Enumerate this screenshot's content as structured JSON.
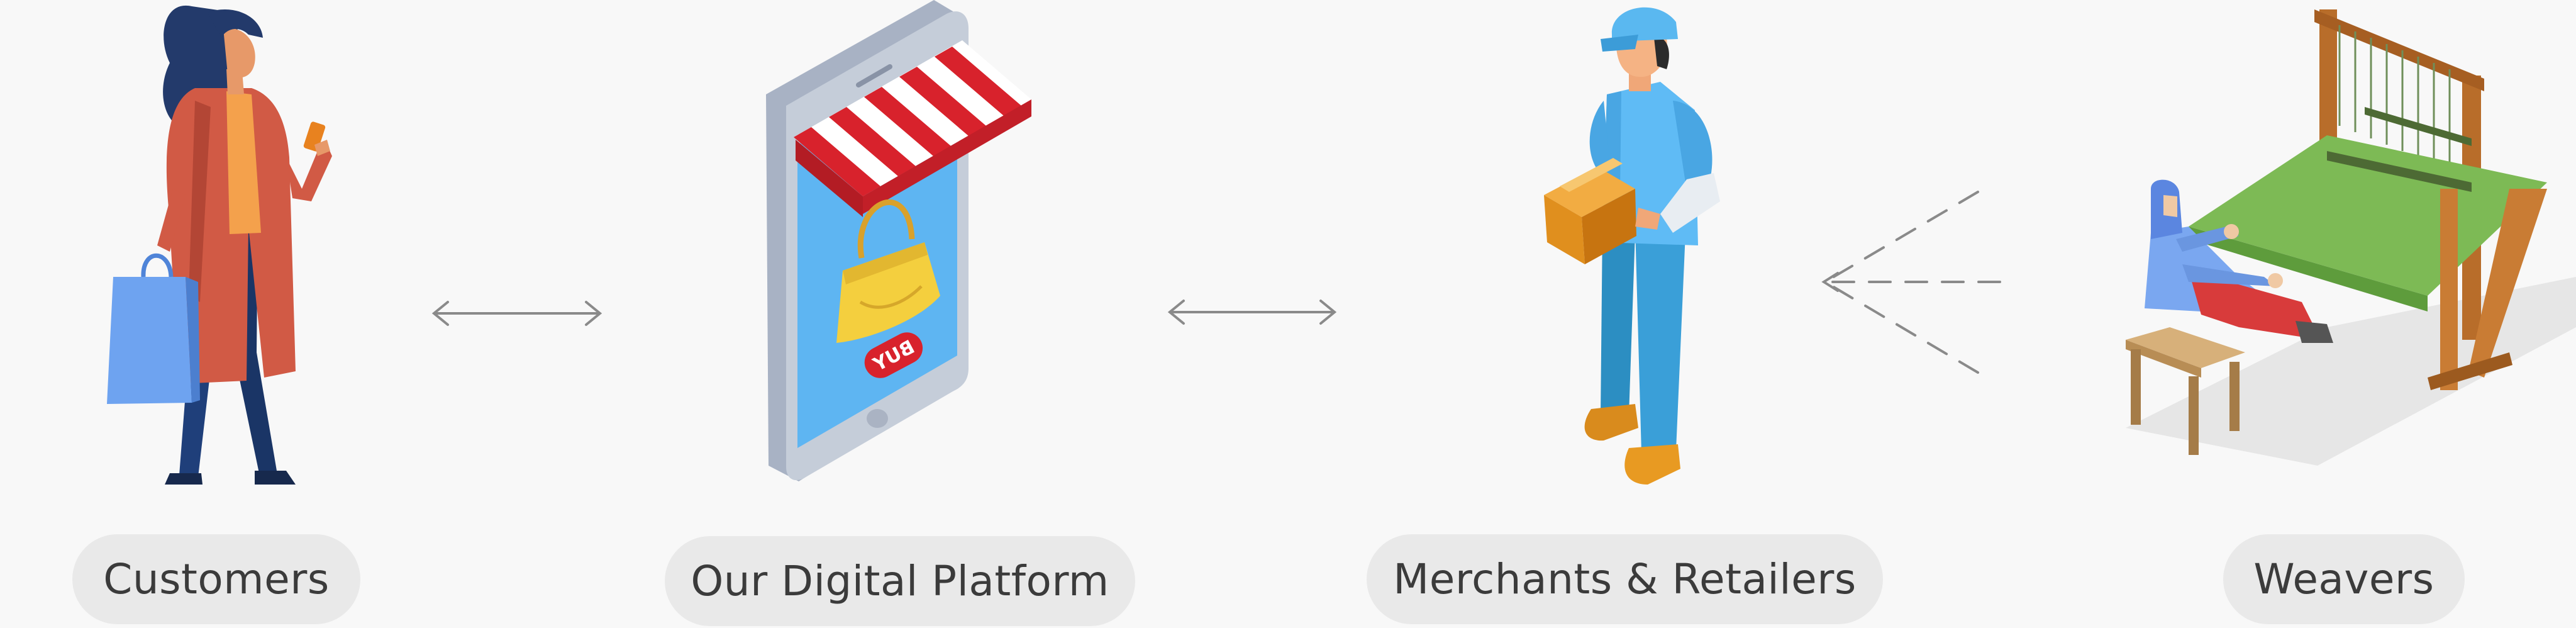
{
  "colors": {
    "background": "#f8f8f8",
    "pill": "#e9e9e9",
    "pill_text": "#3b3b3b",
    "arrow": "#8a8a8a"
  },
  "nodes": [
    {
      "id": "customers",
      "label": "Customers",
      "icon": "customer-icon"
    },
    {
      "id": "platform",
      "label": "Our Digital Platform",
      "icon": "smartphone-shop-icon"
    },
    {
      "id": "merchants",
      "label": "Merchants & Retailers",
      "icon": "delivery-person-icon"
    },
    {
      "id": "weavers",
      "label": "Weavers",
      "icon": "weaver-loom-icon"
    }
  ],
  "phone": {
    "badge_text": "BUY"
  },
  "connectors": [
    {
      "from": "customers",
      "to": "platform",
      "style": "double-arrow"
    },
    {
      "from": "platform",
      "to": "merchants",
      "style": "double-arrow"
    },
    {
      "from": "weavers",
      "to": "merchants",
      "style": "dashed-fan-arrow"
    }
  ]
}
